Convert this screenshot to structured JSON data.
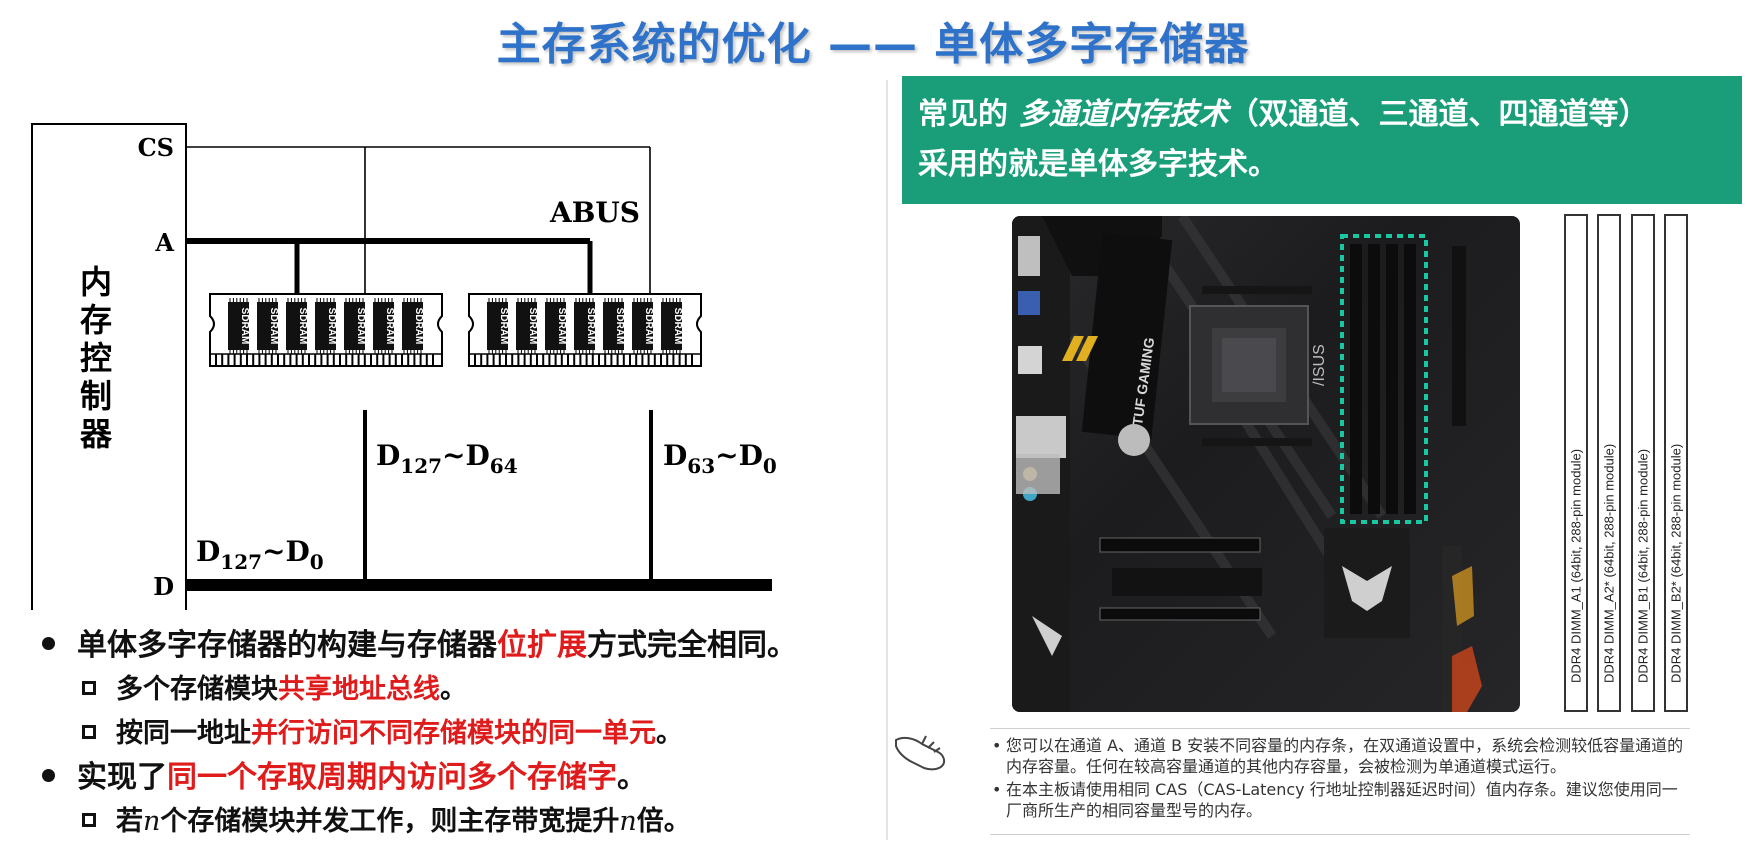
{
  "title": "主存系统的优化 —— 单体多字存储器",
  "diagram": {
    "controller_chars": [
      "内",
      "存",
      "控",
      "制",
      "器"
    ],
    "signal_cs": "CS",
    "signal_a": "A",
    "signal_d": "D",
    "abus": "ABUS",
    "chip_label": "SDRAM",
    "left_module_data": {
      "base": "D",
      "hi_sub": "127",
      "sep": "~",
      "lo_sub": "64"
    },
    "right_module_data": {
      "base": "D",
      "hi_sub": "63",
      "sep": "~",
      "lo_sub": "0"
    },
    "bus_data": {
      "base": "D",
      "hi_sub": "127",
      "sep": "~",
      "lo_sub": "0"
    }
  },
  "bullets": {
    "b1": {
      "pre": "单体多字存储器的构建与存储器",
      "red": "位扩展",
      "post": "方式完全相同。"
    },
    "b1a": {
      "pre": "多个存储模块",
      "red": "共享地址总线",
      "post": "。"
    },
    "b1b": {
      "pre": "按同一地址",
      "red": "并行访问不同存储模块的同一单元",
      "post": "。"
    },
    "b2": {
      "pre": "实现了",
      "red": "同一个存取周期内访问多个存储字",
      "post": "。"
    },
    "b2a": {
      "pre": "若",
      "var1": "n",
      "mid": "个存储模块并发工作，则主存带宽提升",
      "var2": "n",
      "post": "倍。"
    }
  },
  "banner": {
    "pre": "常见的 ",
    "em": "多通道内存技术",
    "post": "（双通道、三通道、四通道等）",
    "line2": "采用的就是单体多字技术。"
  },
  "board": {
    "brand": "TUF GAMING",
    "logo": "/ISUS"
  },
  "slots": [
    "DDR4 DIMM_A1 (64bit, 288-pin module)",
    "DDR4 DIMM_A2* (64bit, 288-pin module)",
    "DDR4 DIMM_B1 (64bit, 288-pin module)",
    "DDR4 DIMM_B2* (64bit, 288-pin module)"
  ],
  "notes": [
    "您可以在通道 A、通道 B 安装不同容量的内存条，在双通道设置中，系统会检测较低容量通道的内存容量。任何在较高容量通道的其他内存容量，会被检测为单通道模式运行。",
    "在本主板请使用相同 CAS（CAS-Latency 行地址控制器延迟时间）值内存条。建议您使用同一厂商所生产的相同容量型号的内存。"
  ],
  "colors": {
    "title": "#2f72c9",
    "banner": "#1a9e7a",
    "accent_red": "#e01b1b",
    "highlight_dash": "#19c8a0"
  }
}
